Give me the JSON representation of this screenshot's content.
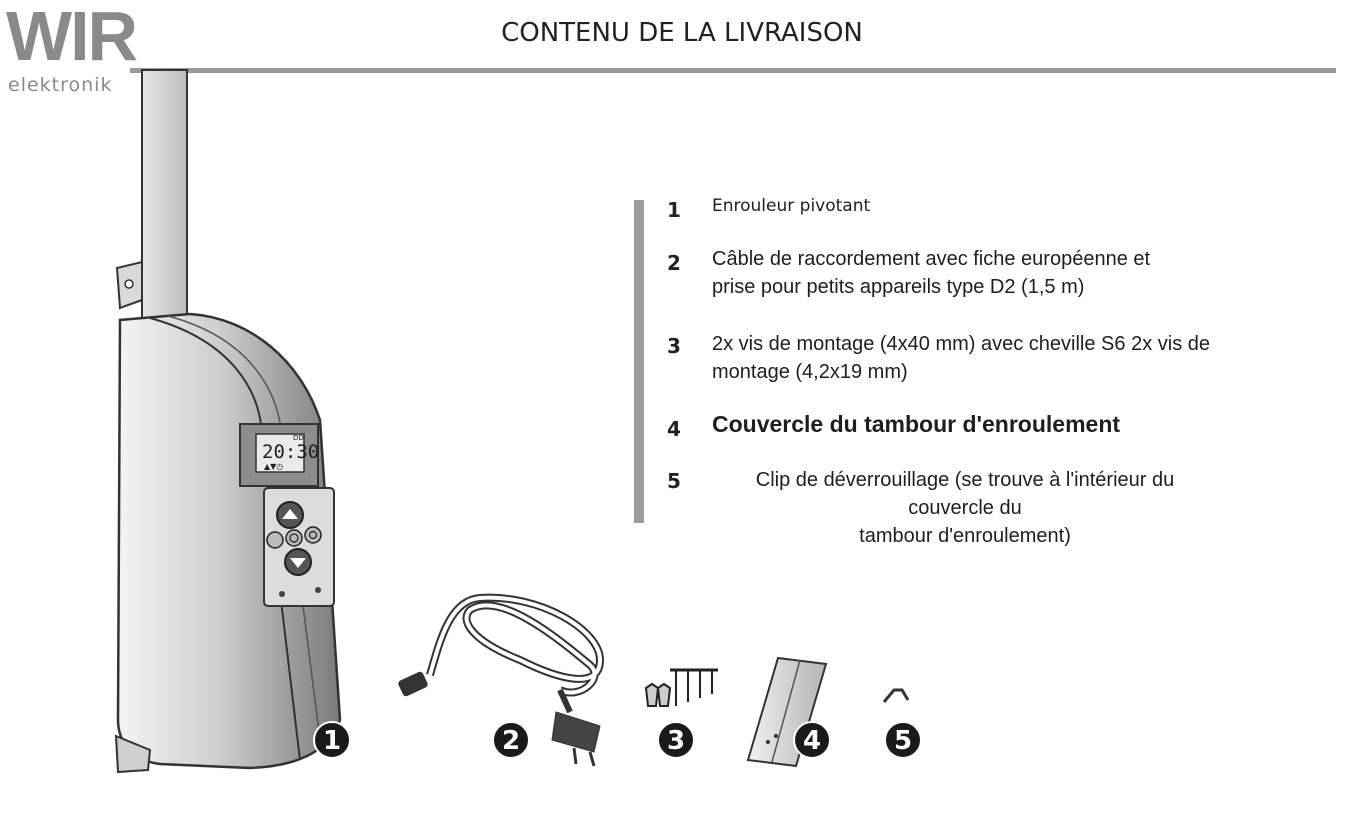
{
  "logo": {
    "brand": "WIR",
    "sub": "elektronik"
  },
  "title": "CONTENU DE LA LIVRAISON",
  "items": [
    {
      "num": "1",
      "text": "Enrouleur pivotant"
    },
    {
      "num": "2",
      "text_line1": "Câble de raccordement avec fiche européenne et",
      "text_line2": "prise pour petits appareils type D2 (1,5 m)"
    },
    {
      "num": "3",
      "text_line1": "2x vis de montage (4x40 mm) avec cheville S6 2x vis de",
      "text_line2": "montage (4,2x19 mm)"
    },
    {
      "num": "4",
      "text": "Couvercle du tambour d'enroulement"
    },
    {
      "num": "5",
      "text_line1": "Clip de déverrouillage (se trouve à l'intérieur du couvercle du",
      "text_line2": "tambour d'enroulement)"
    }
  ],
  "device": {
    "display_time": "20:30",
    "display_tag": "DD"
  },
  "badges": [
    "1",
    "2",
    "3",
    "4",
    "5"
  ],
  "colors": {
    "rule": "#9a9a9a",
    "logo": "#8a8a8a",
    "badge": "#1a1a1a"
  }
}
